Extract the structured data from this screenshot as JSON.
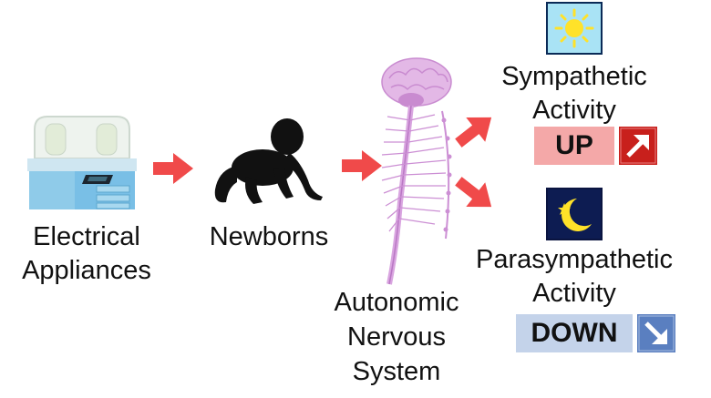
{
  "nodes": {
    "appliances_label_line1": "Electrical",
    "appliances_label_line2": "Appliances",
    "newborns_label": "Newborns",
    "ans_label_line1": "Autonomic",
    "ans_label_line2": "Nervous",
    "ans_label_line3": "System"
  },
  "outputs": {
    "sympathetic": {
      "line1": "Sympathetic",
      "line2": "Activity",
      "badge": "UP",
      "icon": "sun-icon",
      "direction_icon": "arrow-up-right-icon"
    },
    "parasympathetic": {
      "line1": "Parasympathetic",
      "line2": "Activity",
      "badge": "DOWN",
      "icon": "moon-icon",
      "direction_icon": "arrow-down-right-icon"
    }
  },
  "colors": {
    "flow_arrow": "#f04a4a",
    "up_badge": "#f4a8a8",
    "up_icon": "#c8201c",
    "down_badge": "#c4d3ea",
    "down_icon": "#5a7fc0",
    "sun_bg": "#a9e3f5",
    "moon_bg": "#0d1c52"
  }
}
